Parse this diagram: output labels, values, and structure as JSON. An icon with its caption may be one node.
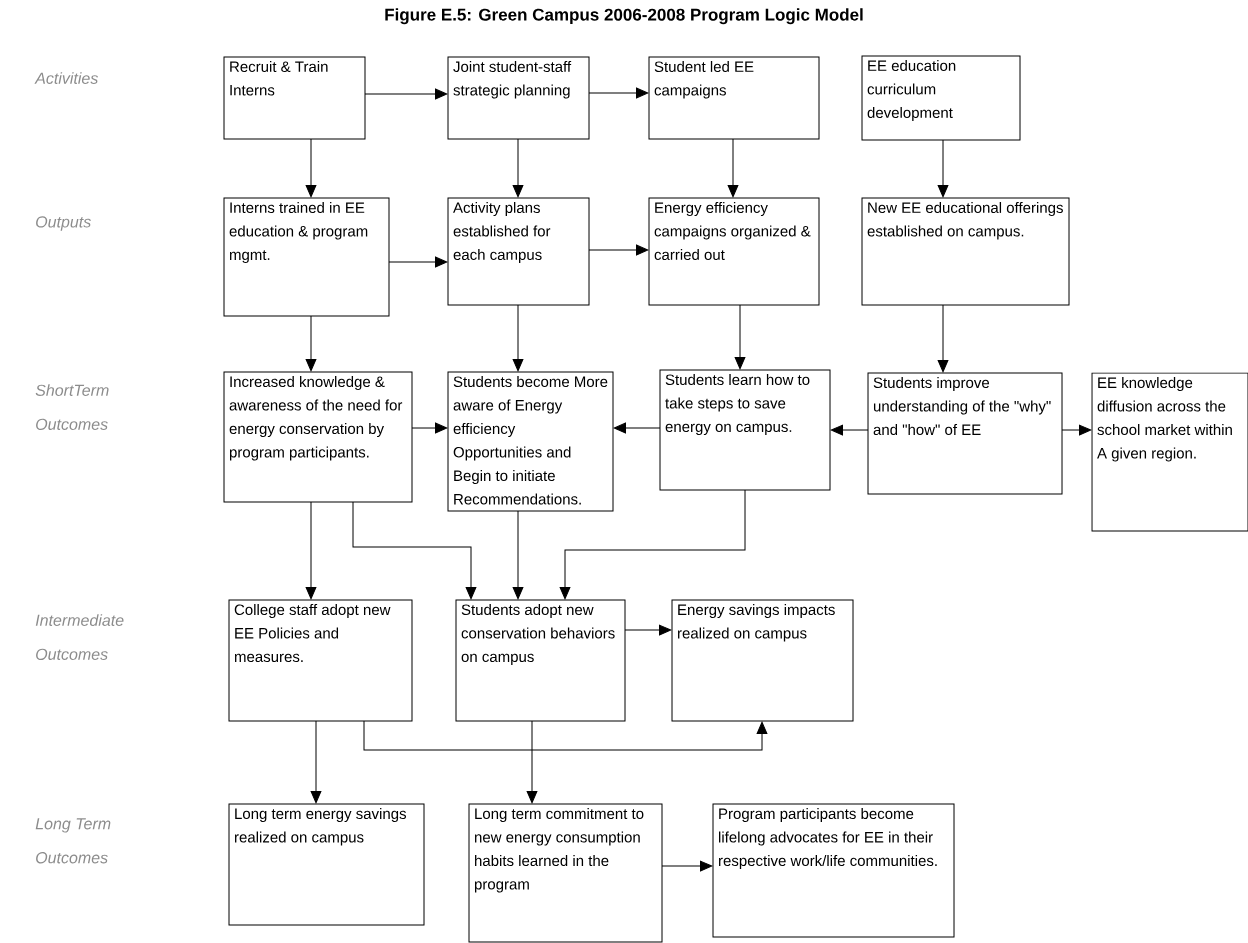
{
  "diagram": {
    "title": "Figure E.5:  Green Campus 2006-2008 Program Logic Model",
    "nodes": [
      {
        "text": [
          "Recruit & Train Interns"
        ]
      },
      {
        "text": [
          "Joint student-staff strategic planning"
        ]
      },
      {
        "text": [
          "Student led EE campaigns"
        ]
      },
      {
        "text": [
          "EE education curriculum development"
        ]
      },
      {
        "text": [
          "Interns trained in EE education & program mgmt."
        ]
      },
      {
        "text": [
          "Activity plans established for each campus"
        ]
      },
      {
        "text": [
          "Energy efficiency campaigns organized & carried out"
        ]
      },
      {
        "text": [
          "New EE educational offerings established on campus."
        ]
      },
      {
        "text": [
          "Increased knowledge & awareness of the need for energy conservation by program participants."
        ]
      },
      {
        "text": [
          "Students become More aware of Energy efficiency Opportunities and Begin to initiate Recommendations."
        ]
      },
      {
        "text": [
          "Students learn how to take steps to save energy on campus."
        ]
      },
      {
        "text": [
          "Students improve understanding of the \"why\" and \"how\" of EE"
        ]
      },
      {
        "text": [
          "EE knowledge diffusion across the school market within A given region."
        ]
      },
      {
        "text": [
          "College staff adopt new EE Policies and measures."
        ]
      },
      {
        "text": [
          "Students adopt new conservation behaviors on campus"
        ]
      },
      {
        "text": [
          "Energy savings impacts realized on campus"
        ]
      },
      {
        "text": [
          "Long term energy savings realized on campus"
        ]
      },
      {
        "text": [
          "Long term commitment to new energy consumption habits learned in the program"
        ]
      },
      {
        "text": [
          "Program participants become lifelong advocates for EE in their respective work/life communities."
        ]
      }
    ],
    "edges": [
      {
        "from": 0,
        "to": 1,
        "arrow": "to"
      },
      {
        "from": 1,
        "to": 2,
        "arrow": "to"
      },
      {
        "from": 0,
        "to": 4,
        "arrow": "to"
      },
      {
        "from": 1,
        "to": 5,
        "arrow": "to"
      },
      {
        "from": 2,
        "to": 6,
        "arrow": "to"
      },
      {
        "from": 3,
        "to": 7,
        "arrow": "to"
      },
      {
        "from": 4,
        "to": 5,
        "arrow": "to"
      },
      {
        "from": 5,
        "to": 6,
        "arrow": "to"
      },
      {
        "from": 4,
        "to": 8,
        "arrow": "to"
      },
      {
        "from": 5,
        "to": 9,
        "arrow": "to"
      },
      {
        "from": 6,
        "to": 10,
        "arrow": "to"
      },
      {
        "from": 7,
        "to": 11,
        "arrow": "to"
      },
      {
        "from": 8,
        "to": 9,
        "arrow": "to"
      },
      {
        "from": 10,
        "to": 9,
        "arrow": "to"
      },
      {
        "from": 11,
        "to": 10,
        "arrow": "to"
      },
      {
        "from": 11,
        "to": 12,
        "arrow": "to"
      },
      {
        "from": 8,
        "to": 13,
        "arrow": "to"
      },
      {
        "from": 8,
        "to": 14,
        "arrow": "to"
      },
      {
        "from": 9,
        "to": 14,
        "arrow": "to"
      },
      {
        "from": 10,
        "to": 14,
        "arrow": "to"
      },
      {
        "from": 14,
        "to": 15,
        "arrow": "to"
      },
      {
        "from": 13,
        "to": 16,
        "arrow": "to"
      },
      {
        "from": 13,
        "to": 15,
        "arrow": "to"
      },
      {
        "from": 14,
        "to": 17,
        "arrow": "to"
      },
      {
        "from": 17,
        "to": 18,
        "arrow": "to"
      }
    ],
    "labels": [
      "Activities",
      "Outputs",
      "ShortTerm Outcomes",
      "Intermediate Outcomes",
      "Long Term Outcomes"
    ]
  }
}
